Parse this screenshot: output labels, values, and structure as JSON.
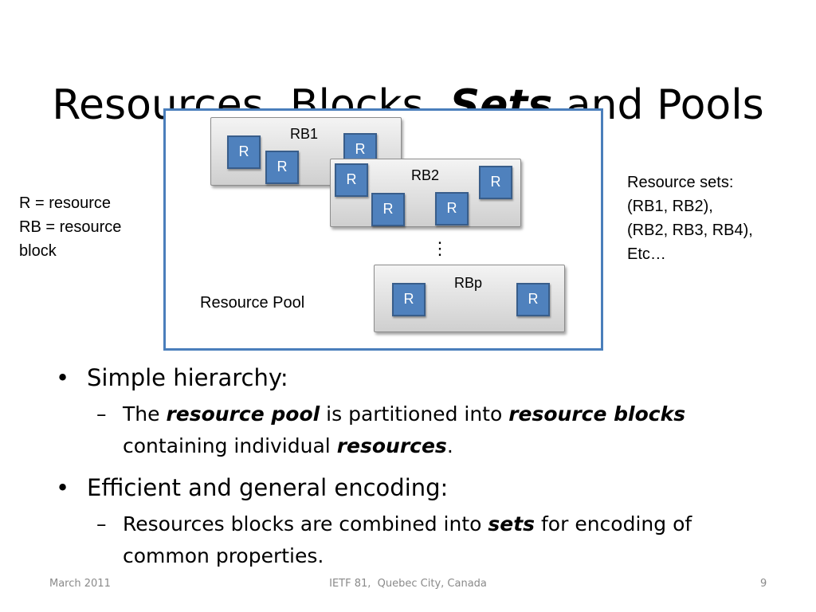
{
  "title": {
    "part1": "Resources, Blocks, ",
    "emphasis": "Sets",
    "part2": " and Pools"
  },
  "diagram": {
    "blocks": [
      {
        "label": "RB1",
        "resources": [
          "R",
          "R",
          "R"
        ]
      },
      {
        "label": "RB2",
        "resources": [
          "R",
          "R",
          "R",
          "R"
        ]
      },
      {
        "label": "RBp",
        "resources": [
          "R",
          "R"
        ]
      }
    ],
    "ellipsis": "⋮",
    "pool_label": "Resource Pool",
    "legend": [
      "R = resource",
      "RB = resource",
      "block"
    ],
    "sets_note": [
      "Resource sets:",
      "(RB1, RB2),",
      "(RB2, RB3, RB4),",
      "Etc…"
    ]
  },
  "bullets": {
    "b1": "Simple hierarchy:",
    "b1_sub": {
      "t1": "The ",
      "s1": "resource pool",
      "t2": " is partitioned into ",
      "s2": "resource blocks",
      "t3": " containing individual ",
      "s3": "resources",
      "t4": "."
    },
    "b2": "Efficient and general encoding:",
    "b2_sub": {
      "t1": "Resources blocks are combined into ",
      "s1": "sets",
      "t2": " for encoding of common properties."
    },
    "bullet_mark": "•",
    "dash_mark": "–"
  },
  "footer": {
    "date": "March 2011",
    "center": "IETF 81,  Quebec City, Canada",
    "page": "9"
  }
}
